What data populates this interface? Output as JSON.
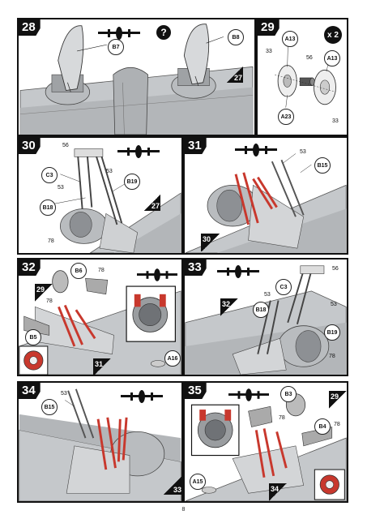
{
  "page": {
    "number": "8"
  },
  "colors": {
    "border": "#111111",
    "metal": "#b9bcbf",
    "metal_dark": "#7d8185",
    "part_red": "#c8382d",
    "white": "#ffffff"
  },
  "steps": [
    {
      "id": "28",
      "number": "28",
      "icons": [
        "question-icon",
        "aircraft-topview-icon"
      ],
      "callouts": [
        "B7",
        "B8"
      ],
      "ref_steps": [
        "27"
      ]
    },
    {
      "id": "29",
      "number": "29",
      "multiplier": "x 2",
      "callouts": [
        "A13",
        "A13",
        "A23"
      ],
      "numbers": [
        "33",
        "56",
        "33"
      ]
    },
    {
      "id": "30",
      "number": "30",
      "icons": [
        "aircraft-topview-icon"
      ],
      "callouts": [
        "C3",
        "B19",
        "B18"
      ],
      "numbers": [
        "56",
        "53",
        "53",
        "78"
      ],
      "ref_steps": [
        "27"
      ]
    },
    {
      "id": "31",
      "number": "31",
      "icons": [
        "aircraft-topview-icon"
      ],
      "callouts": [
        "B15"
      ],
      "numbers": [
        "53"
      ],
      "ref_steps": [
        "30"
      ]
    },
    {
      "id": "32",
      "number": "32",
      "icons": [
        "aircraft-topview-icon"
      ],
      "callouts": [
        "B6",
        "B5",
        "A16"
      ],
      "numbers": [
        "78",
        "78"
      ],
      "ref_steps": [
        "29",
        "31"
      ]
    },
    {
      "id": "33",
      "number": "33",
      "icons": [
        "aircraft-topview-icon"
      ],
      "callouts": [
        "C3",
        "B18",
        "B19"
      ],
      "numbers": [
        "56",
        "53",
        "53",
        "78"
      ],
      "ref_steps": [
        "32"
      ]
    },
    {
      "id": "34",
      "number": "34",
      "icons": [
        "aircraft-topview-icon"
      ],
      "callouts": [
        "B15"
      ],
      "numbers": [
        "53"
      ],
      "ref_steps": [
        "33"
      ]
    },
    {
      "id": "35",
      "number": "35",
      "icons": [
        "aircraft-topview-icon"
      ],
      "callouts": [
        "B3",
        "B4",
        "A15"
      ],
      "numbers": [
        "78",
        "78"
      ],
      "ref_steps": [
        "29",
        "34"
      ]
    }
  ]
}
